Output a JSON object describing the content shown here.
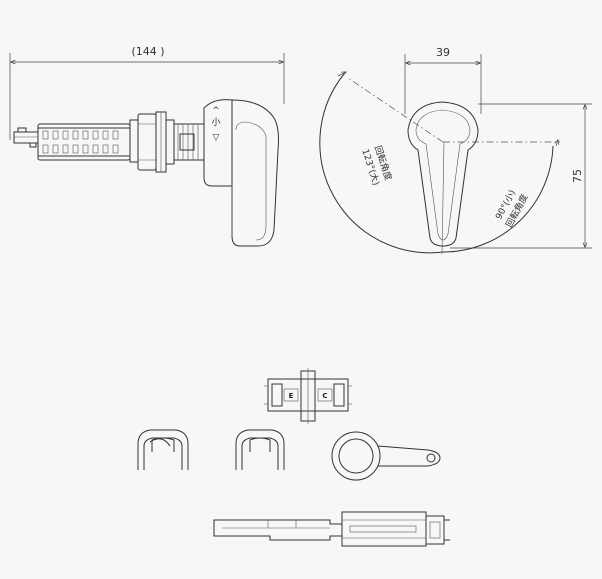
{
  "side_view": {
    "length_dim": "(144 )",
    "lever_marks": {
      "small": "小",
      "arrow_down": "▽"
    }
  },
  "front_view": {
    "width_dim": "39",
    "height_dim": "75",
    "large_angle": "123°(大)",
    "large_angle_note": "回転角度",
    "small_angle": "90°(小)",
    "small_angle_note": "回転角度"
  },
  "parts": {
    "connector_labels": [
      "E",
      "C"
    ]
  }
}
